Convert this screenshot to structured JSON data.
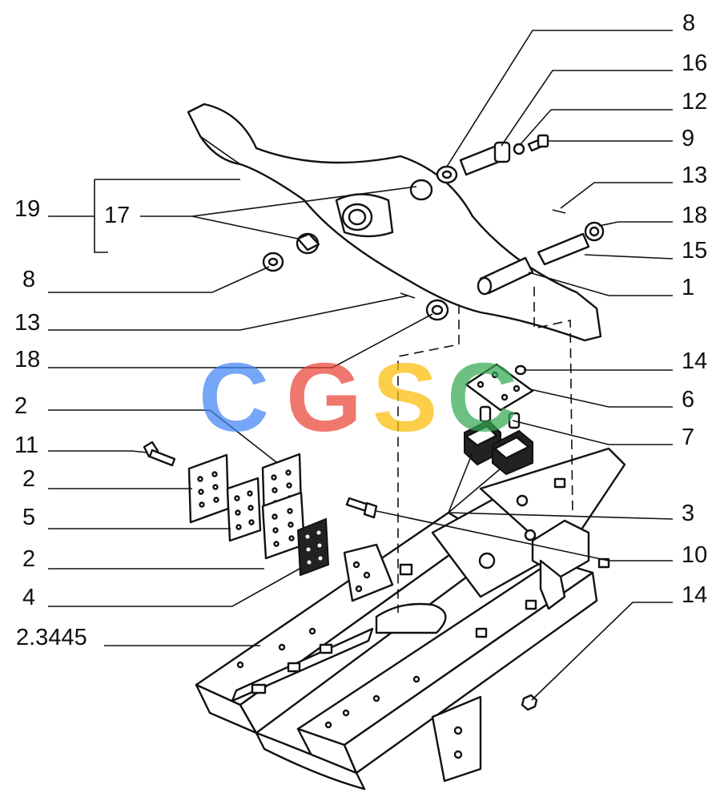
{
  "diagram": {
    "labels": {
      "l8_top": "8",
      "l16": "16",
      "l12": "12",
      "l9": "9",
      "l13_right": "13",
      "l18_right": "18",
      "l15": "15",
      "l1": "1",
      "l19": "19",
      "l17": "17",
      "l8_left": "8",
      "l13_left": "13",
      "l18_left": "18",
      "l14_top": "14",
      "l6": "6",
      "l7": "7",
      "l2_a": "2",
      "l11": "11",
      "l2_b": "2",
      "l5": "5",
      "l2_c": "2",
      "l4": "4",
      "l3": "3",
      "l10": "10",
      "l14_bottom": "14",
      "l_frame": "2.3445"
    },
    "watermark": {
      "letters": [
        "C",
        "G",
        "S",
        "C"
      ],
      "colors": [
        "#4285F4",
        "#EA4335",
        "#FBBC05",
        "#34A853"
      ]
    }
  }
}
